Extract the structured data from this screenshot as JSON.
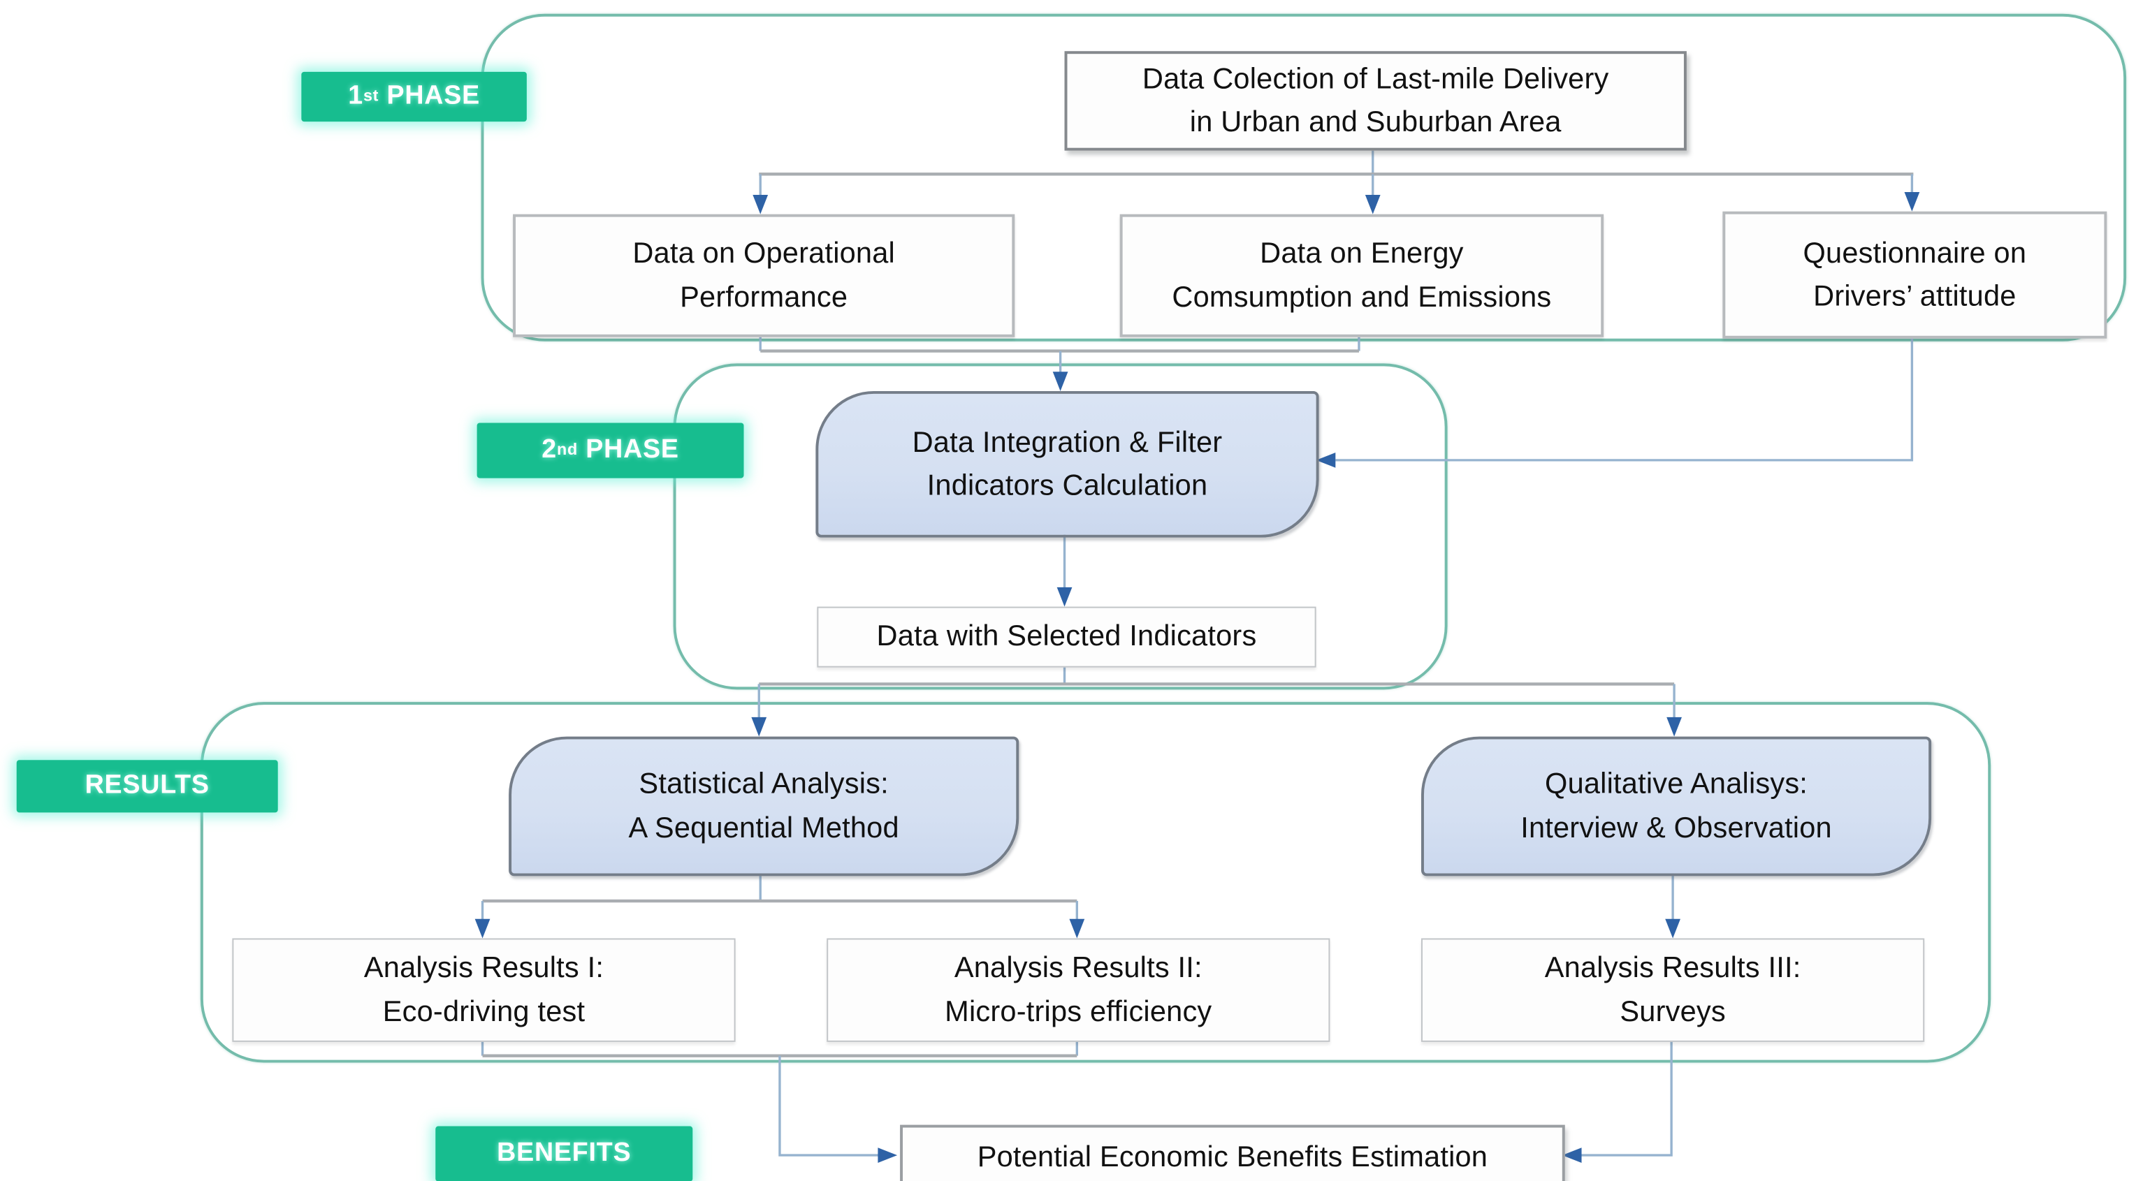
{
  "colors": {
    "accent_green": "#17bd8f",
    "container_border": "#74bcab",
    "process_fill": "#d5e0f2",
    "process_border": "#747d89",
    "arrow_head": "#2e62a6",
    "line_blue": "#96b3cf",
    "line_gray": "#a9adb1"
  },
  "phases": [
    {
      "num": "1",
      "ord": "st",
      "word": " PHASE"
    },
    {
      "num": "2",
      "ord": "nd",
      "word": " PHASE"
    },
    {
      "word": "RESULTS"
    },
    {
      "word": "BENEFITS"
    }
  ],
  "nodes": {
    "data_collection": {
      "lines": [
        "Data Colection of Last-mile Delivery",
        "in Urban and Suburban Area"
      ]
    },
    "operational": {
      "lines": [
        "Data on Operational",
        "Performance"
      ]
    },
    "energy": {
      "lines": [
        "Data on Energy",
        "Comsumption and Emissions"
      ]
    },
    "questionnaire": {
      "lines": [
        "Questionnaire on",
        "Drivers’ attitude"
      ]
    },
    "integration": {
      "lines": [
        "Data Integration & Filter",
        "Indicators Calculation"
      ]
    },
    "selected": {
      "lines": [
        "Data with Selected Indicators"
      ]
    },
    "statistical": {
      "lines": [
        "Statistical Analysis:",
        "A Sequential Method"
      ]
    },
    "qualitative": {
      "lines": [
        "Qualitative Analisys:",
        "Interview & Observation"
      ]
    },
    "results1": {
      "lines": [
        "Analysis Results I:",
        "Eco-driving test"
      ]
    },
    "results2": {
      "lines": [
        "Analysis Results II:",
        "Micro-trips efficiency"
      ]
    },
    "results3": {
      "lines": [
        "Analysis Results III:",
        "Surveys"
      ]
    },
    "benefits": {
      "lines": [
        "Potential Economic Benefits Estimation"
      ]
    }
  }
}
